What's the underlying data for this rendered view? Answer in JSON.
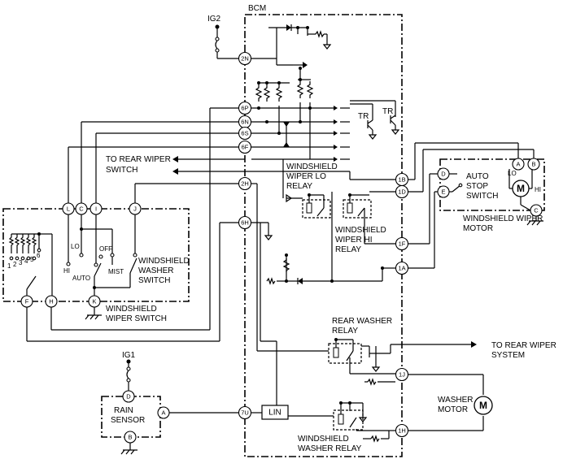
{
  "labels": {
    "bcm": "BCM",
    "ig2": "IG2",
    "ig1": "IG1",
    "to_rear_wiper_switch_1": "TO REAR WIPER",
    "to_rear_wiper_switch_2": "SWITCH",
    "wiper_lo_relay_1": "WINDSHIELD",
    "wiper_lo_relay_2": "WIPER LO",
    "wiper_lo_relay_3": "RELAY",
    "wiper_hi_relay_1": "WINDSHIELD",
    "wiper_hi_relay_2": "WIPER HI",
    "wiper_hi_relay_3": "RELAY",
    "tr1": "TR",
    "tr2": "TR",
    "auto_stop_1": "AUTO",
    "auto_stop_2": "STOP",
    "auto_stop_3": "SWITCH",
    "wiper_motor_1": "WINDSHIELD WIPER",
    "wiper_motor_2": "MOTOR",
    "motor_lo": "LO",
    "motor_hi": "HI",
    "motor_m": "M",
    "washer_switch_1": "WINDSHIELD",
    "washer_switch_2": "WASHER",
    "washer_switch_3": "SWITCH",
    "wiper_switch_1": "WINDSHIELD",
    "wiper_switch_2": "WIPER SWITCH",
    "sw_hi": "HI",
    "sw_lo": "LO",
    "sw_auto": "AUTO",
    "sw_off": "OFF",
    "sw_mist": "MIST",
    "int_1": "1",
    "int_2": "2",
    "int_3": "3",
    "int_4": "4",
    "int_5": "5",
    "int_6": "6",
    "rear_washer_relay_1": "REAR WASHER",
    "rear_washer_relay_2": "RELAY",
    "to_rear_wiper_system_1": "TO REAR WIPER",
    "to_rear_wiper_system_2": "SYSTEM",
    "washer_motor_1": "WASHER",
    "washer_motor_2": "MOTOR",
    "washer_motor_m": "M",
    "rain_sensor_1": "RAIN",
    "rain_sensor_2": "SENSOR",
    "lin": "LIN",
    "washer_relay_1": "WINDSHIELD",
    "washer_relay_2": "WASHER RELAY"
  },
  "connectors": {
    "c2N": "2N",
    "c6P": "6P",
    "c6N": "6N",
    "c6S": "6S",
    "c6F": "6F",
    "c2H": "2H",
    "c6H": "6H",
    "c1B": "1B",
    "c1D": "1D",
    "c1F": "1F",
    "c1A": "1A",
    "c1J": "1J",
    "c1H": "1H",
    "c7U": "7U",
    "L": "L",
    "C": "C",
    "I": "I",
    "J": "J",
    "F": "F",
    "H": "H",
    "K": "K",
    "mA": "A",
    "mB": "B",
    "mC": "C",
    "mD": "D",
    "mE": "E",
    "rA": "A",
    "rB": "B",
    "rD": "D"
  }
}
